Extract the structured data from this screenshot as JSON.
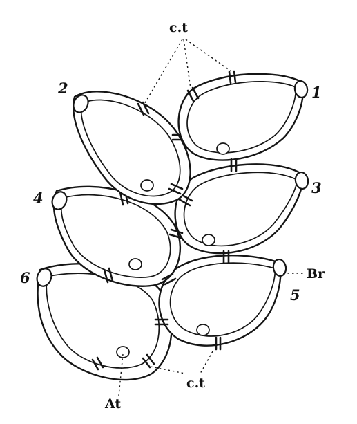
{
  "figure": {
    "cell_numbers": [
      "1",
      "2",
      "3",
      "4",
      "5",
      "6"
    ],
    "connective_tissue_label": "c.t",
    "branch_label": "Br",
    "attachment_label": "At"
  },
  "palette": {
    "ink": "#151515",
    "paper": "#ffffff"
  }
}
